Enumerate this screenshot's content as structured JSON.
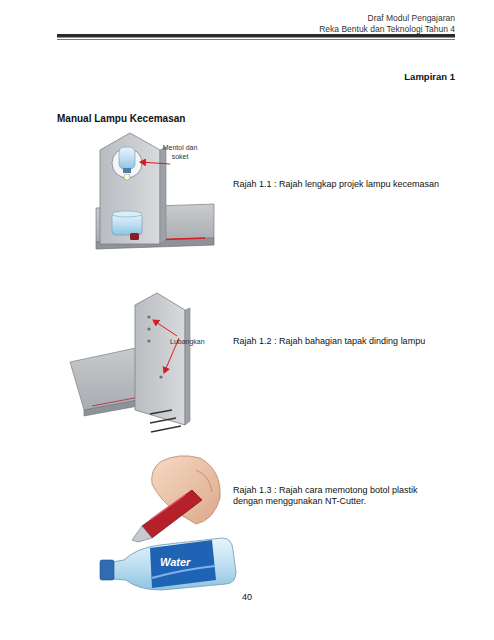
{
  "diagram": {
    "title": "Manual Lampu Kecemasan",
    "labels": [
      "Draf Modul Pengajaran",
      "Reka Bentuk dan Teknologi Tahun 4",
      "Lampiran 1",
      "Mentol dan soket",
      "Rajah 1.1 : Rajah lengkap projek lampu kecemasan",
      "Lubangkan",
      "Rajah 1.2 : Rajah bahagian tapak dinding lampu",
      "Rajah 1.3 : Rajah cara memotong botol plastik dengan menggunakan NT-Cutter.",
      "Water",
      "40"
    ]
  }
}
